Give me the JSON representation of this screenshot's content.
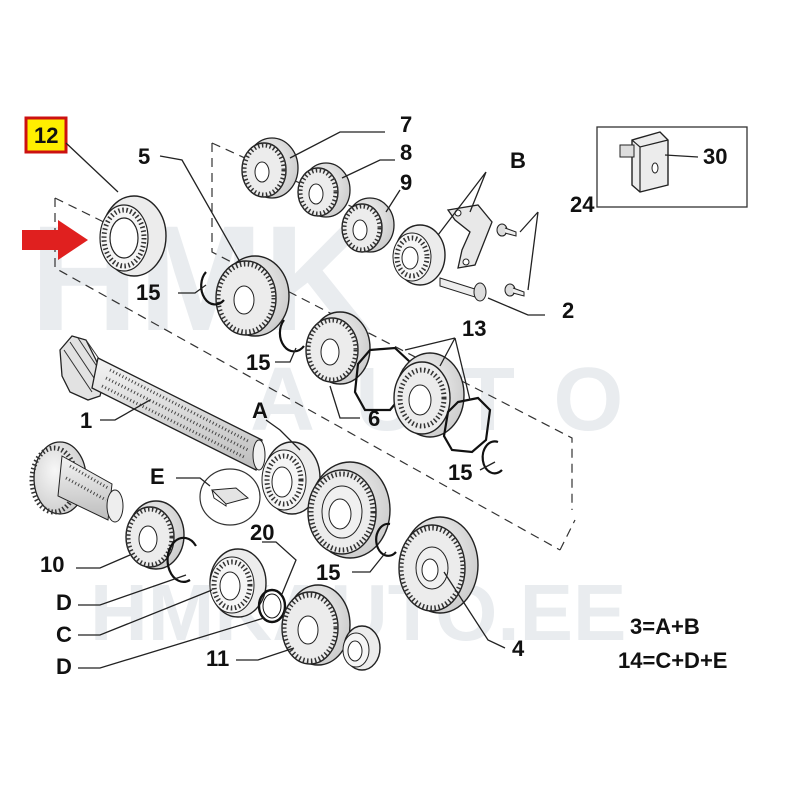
{
  "watermark": {
    "top": "HMK",
    "middle": "AUTO",
    "bottom": "HMKAUTO.EE"
  },
  "highlight_label": {
    "text": "12",
    "fill": "#ffee00",
    "border": "#cc1111"
  },
  "arrow_color": "#e0201f",
  "formulas": [
    "3=A+B",
    "14=C+D+E"
  ],
  "callouts": {
    "n7": "7",
    "n8": "8",
    "n9": "9",
    "nB": "B",
    "n24": "24",
    "n30": "30",
    "n5": "5",
    "n15a": "15",
    "n2": "2",
    "n15b": "15",
    "n13": "13",
    "n1": "1",
    "nA": "A",
    "n6": "6",
    "n15c": "15",
    "nE": "E",
    "n20": "20",
    "n10": "10",
    "n15d": "15",
    "nD1": "D",
    "nC": "C",
    "nD2": "D",
    "n11": "11",
    "n4": "4"
  },
  "icons": {
    "arrow": "red-arrow-icon",
    "inset": "bracket-part-icon"
  }
}
